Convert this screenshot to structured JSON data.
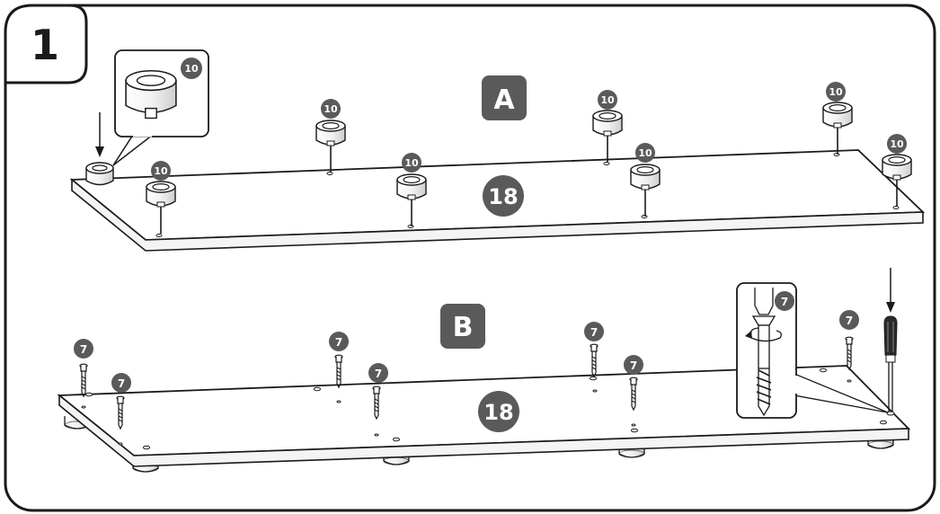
{
  "step": {
    "number": "1"
  },
  "panels": [
    {
      "letter": "A",
      "board_part": "18",
      "hardware_part": "10"
    },
    {
      "letter": "B",
      "board_part": "18",
      "hardware_part": "7"
    }
  ],
  "colors": {
    "line": "#1a1a1a",
    "badge_fill": "#5a5a5a",
    "badge_text": "#ffffff",
    "board_fill": "#ffffff"
  },
  "icons": [
    "down-arrow-icon",
    "screwdriver-icon",
    "rotation-arrow-icon"
  ]
}
